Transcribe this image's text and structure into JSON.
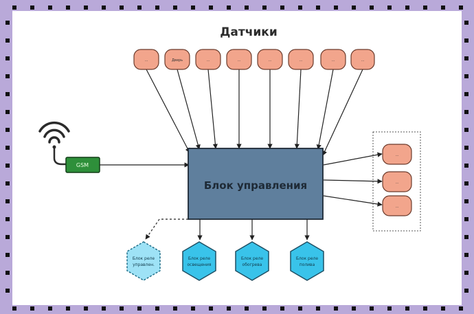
{
  "title": "Датчики",
  "sensors": [
    {
      "label": "..."
    },
    {
      "label": "Дверь"
    },
    {
      "label": "..."
    },
    {
      "label": "..."
    },
    {
      "label": "..."
    },
    {
      "label": "..."
    },
    {
      "label": "..."
    },
    {
      "label": "..."
    }
  ],
  "gsm": {
    "label": "GSM"
  },
  "control_unit": {
    "label": "Блок управления"
  },
  "relay_blocks": [
    {
      "label_line1": "Блок реле",
      "label_line2": "управлен."
    },
    {
      "label_line1": "Блок реле",
      "label_line2": "освещения"
    },
    {
      "label_line1": "Блок реле",
      "label_line2": "обогрева"
    },
    {
      "label_line1": "Блок реле",
      "label_line2": "полива"
    }
  ],
  "outputs": [
    {
      "label": "..."
    },
    {
      "label": "..."
    },
    {
      "label": "..."
    }
  ],
  "colors": {
    "background": "#b9a9d9",
    "sensor_fill": "#f2a58c",
    "control_fill": "#5f7f9d",
    "gsm_fill": "#2e8f3a",
    "hex_fill": "#39c3ea"
  }
}
